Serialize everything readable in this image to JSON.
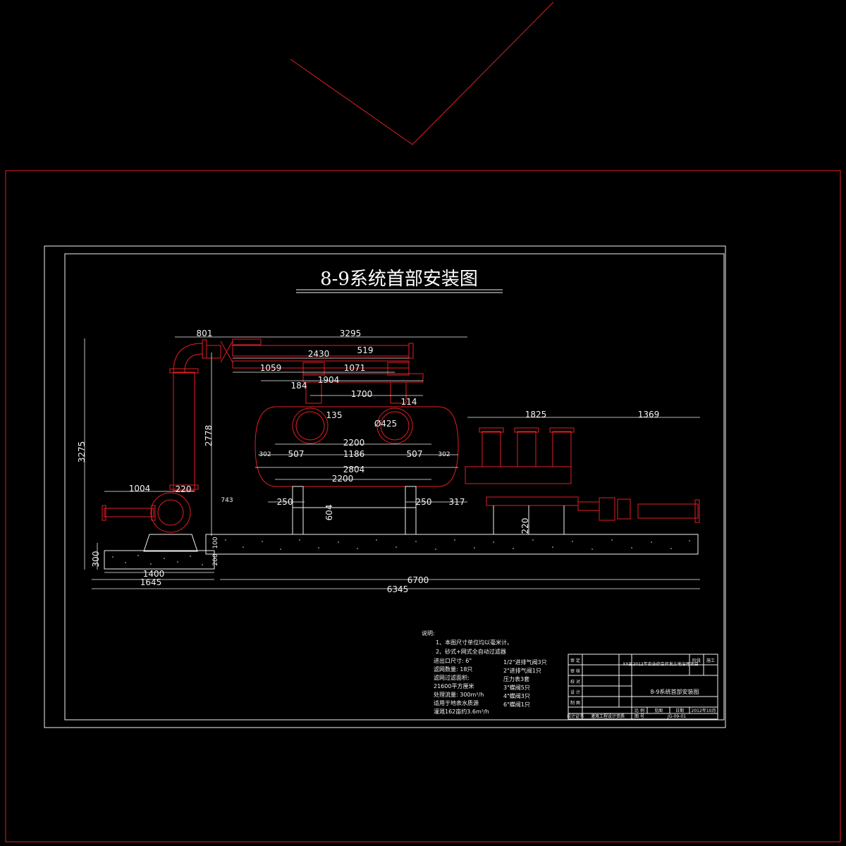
{
  "drawing": {
    "title": "8-9系统首部安装图"
  },
  "dimensions": {
    "d801": "801",
    "d3295": "3295",
    "d2430": "2430",
    "d519": "519",
    "d1059": "1059",
    "d1071": "1071",
    "d1904": "1904",
    "d1700": "1700",
    "d184": "184",
    "d114": "114",
    "d135": "135",
    "d425": "Ø425",
    "d1825": "1825",
    "d1369": "1369",
    "d3275": "3275",
    "d2778": "2778",
    "d302a": "302",
    "d507a": "507",
    "d2200a": "2200",
    "d1186": "1186",
    "d507b": "507",
    "d302b": "302",
    "d2804": "2804",
    "d2200b": "2200",
    "d1004": "1004",
    "d220a": "220",
    "d743": "743",
    "d250a": "250",
    "d604": "604",
    "d250b": "250",
    "d317": "317",
    "d220b": "220",
    "d300": "300",
    "d1400": "1400",
    "d1645": "1645",
    "d6700": "6700",
    "d6345": "6345",
    "d200": "200",
    "d100": "100"
  },
  "notes": {
    "heading": "说明:",
    "n1": "1、本图尺寸单位均以毫米计。",
    "n2": "2、砂式+网式全自动过滤器",
    "left": [
      "进出口尺寸: 6\"",
      "滤网数量: 18只",
      "滤网过滤面积:",
      "21600平方厘米",
      "处理流量: 300m³/h",
      "适用于地表水质源",
      "灌溉162亩约3.6m³/h"
    ],
    "right": [
      "1/2\"进排气阀3只",
      "2\"进排气阀1只",
      "压力表3套",
      "3\"蝶阀5只",
      "4\"蝶阀3只",
      "6\"蝶阀1只"
    ]
  },
  "title_block": {
    "rows": [
      "审 定",
      "审 核",
      "校 对",
      "设 计",
      "制 图",
      "设计证书"
    ],
    "project": "XX县2012年农业综合开发土地治理项目",
    "drawing_name": "8-9系统首部安装图",
    "stage_label": "阶段",
    "stage_value": "施工",
    "scale_label": "比 例",
    "date_label": "日期",
    "sheet_label": "图 号",
    "sheet_no": "JG-09-01",
    "cert": "灌溉工程设计资质",
    "date_value": "2012年10月",
    "scale_value": "见图"
  },
  "colors": {
    "background": "#000000",
    "line_red": "#e31e24",
    "line_white": "#f2f2f2"
  }
}
